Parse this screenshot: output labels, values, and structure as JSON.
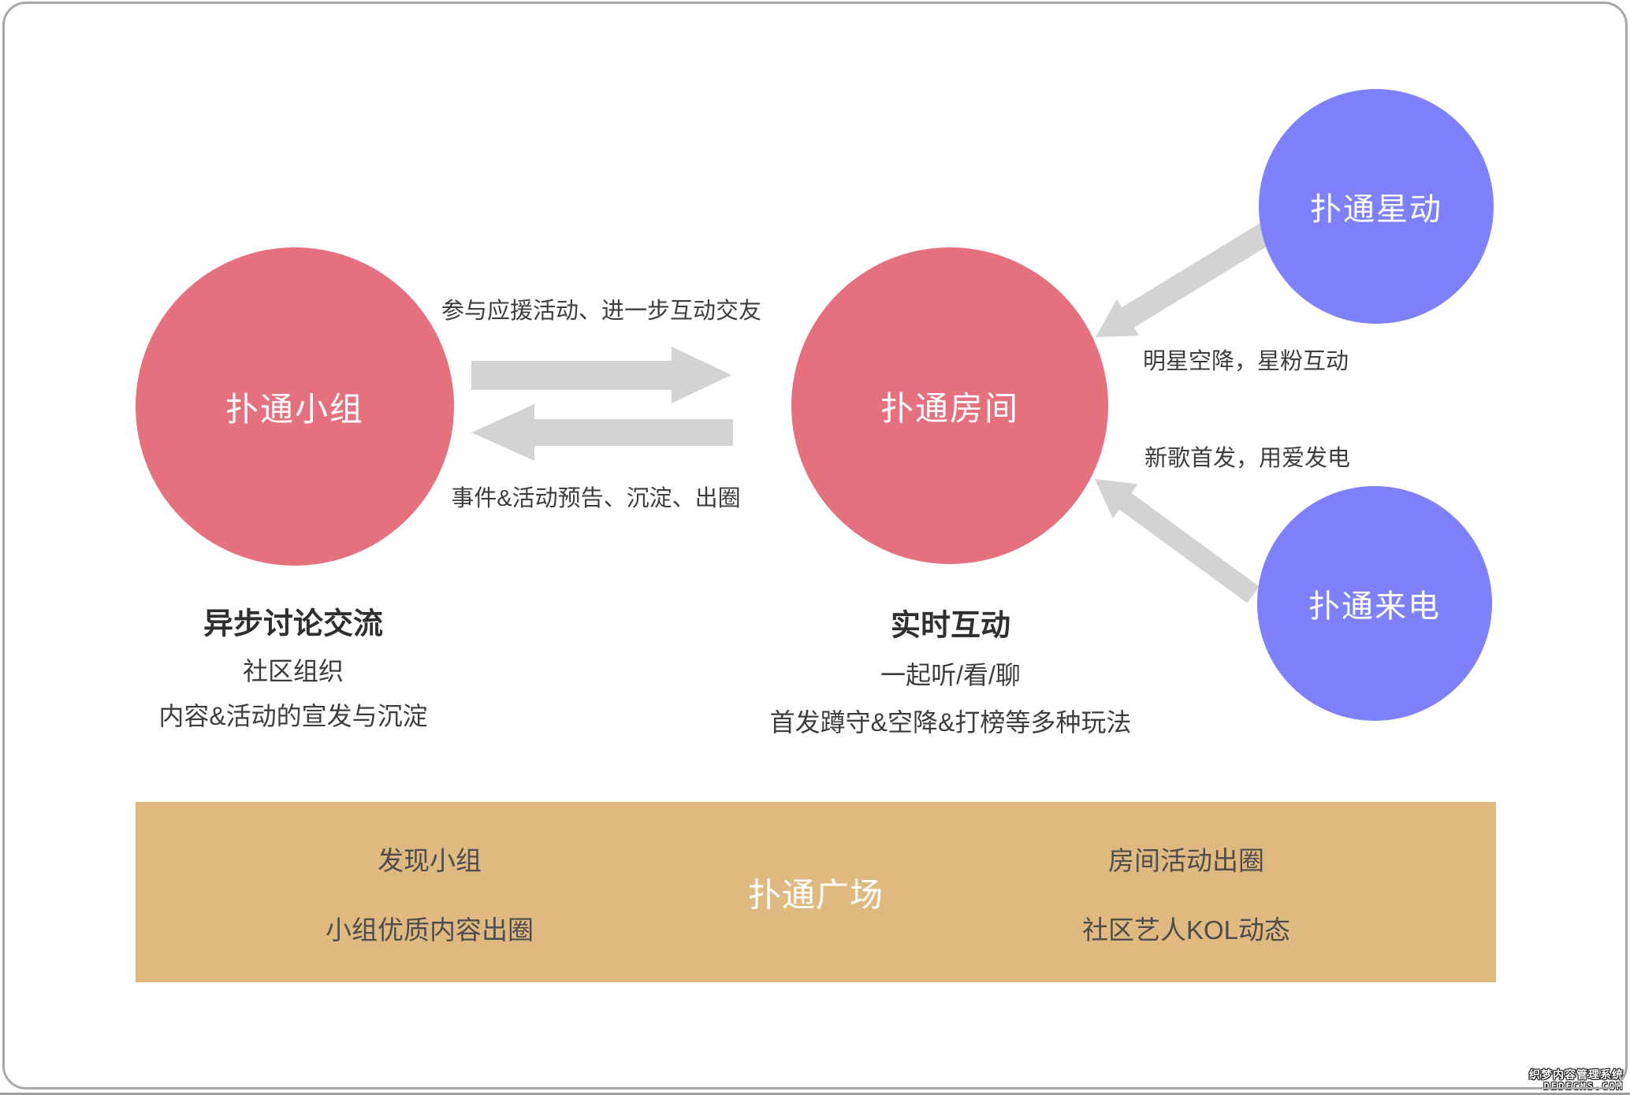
{
  "colors": {
    "node_pink": "#e5717f",
    "node_purple": "#7f80fb",
    "plaza_tan": "#e0b981",
    "arrow_gray": "#d3d3d3",
    "text_dark": "#3d3d3d",
    "border_gray": "#a8a8a8",
    "white": "#ffffff"
  },
  "nodes": {
    "group": {
      "label": "扑通小组"
    },
    "room": {
      "label": "扑通房间"
    },
    "stardom": {
      "label": "扑通星动"
    },
    "incoming_call": {
      "label": "扑通来电"
    }
  },
  "edges": {
    "group_to_room": {
      "label": "参与应援活动、进一步互动交友"
    },
    "room_to_group": {
      "label": "事件&活动预告、沉淀、出圈"
    },
    "stardom_to_room": {
      "label": "明星空降，星粉互动"
    },
    "call_to_room": {
      "label": "新歌首发，用爱发电"
    }
  },
  "group_desc": {
    "title": "异步讨论交流",
    "line1": "社区组织",
    "line2": "内容&活动的宣发与沉淀"
  },
  "room_desc": {
    "title": "实时互动",
    "line1": "一起听/看/聊",
    "line2": "首发蹲守&空降&打榜等多种玩法"
  },
  "plaza": {
    "title": "扑通广场",
    "left": [
      "发现小组",
      "小组优质内容出圈"
    ],
    "right": [
      "房间活动出圈",
      "社区艺人KOL动态"
    ]
  },
  "watermark": {
    "line1": "织梦内容管理系统",
    "line2": "DEDECMS.COM"
  }
}
